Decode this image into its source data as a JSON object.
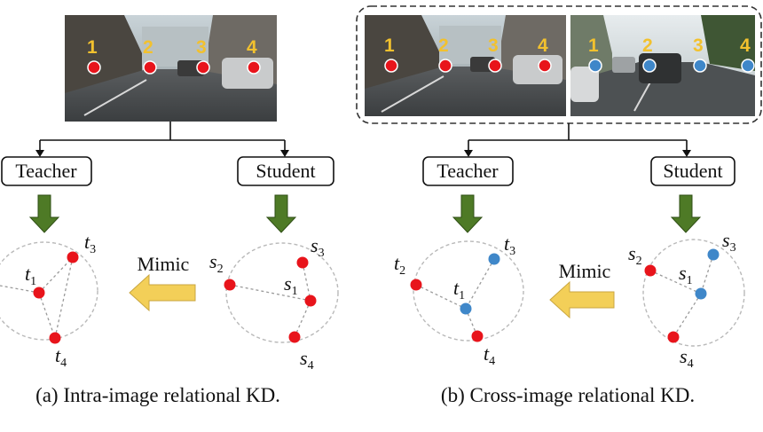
{
  "panel_a": {
    "caption": "(a) Intra-image relational KD.",
    "teacher_label": "Teacher",
    "student_label": "Student",
    "mimic_label": "Mimic",
    "photo_numbers": [
      "1",
      "2",
      "3",
      "4"
    ],
    "teacher_nodes": [
      {
        "name": "t",
        "sub": "1"
      },
      {
        "name": "t",
        "sub": "3"
      },
      {
        "name": "t",
        "sub": "4"
      }
    ],
    "student_nodes": [
      {
        "name": "s",
        "sub": "1"
      },
      {
        "name": "s",
        "sub": "2"
      },
      {
        "name": "s",
        "sub": "3"
      },
      {
        "name": "s",
        "sub": "4"
      }
    ]
  },
  "panel_b": {
    "caption": "(b) Cross-image relational KD.",
    "teacher_label": "Teacher",
    "student_label": "Student",
    "mimic_label": "Mimic",
    "photo_left_numbers": [
      "1",
      "2",
      "3",
      "4"
    ],
    "photo_right_numbers": [
      "1",
      "2",
      "3",
      "4"
    ],
    "teacher_nodes": [
      {
        "name": "t",
        "sub": "1"
      },
      {
        "name": "t",
        "sub": "2"
      },
      {
        "name": "t",
        "sub": "3"
      },
      {
        "name": "t",
        "sub": "4"
      }
    ],
    "student_nodes": [
      {
        "name": "s",
        "sub": "1"
      },
      {
        "name": "s",
        "sub": "2"
      },
      {
        "name": "s",
        "sub": "3"
      },
      {
        "name": "s",
        "sub": "4"
      }
    ]
  },
  "colors": {
    "red_node": "#e8141b",
    "blue_node": "#3f87c9",
    "arrow_green": "#4e7a26",
    "mimic_arrow": "#f3cf58",
    "number_yellow": "#f2c12e"
  }
}
